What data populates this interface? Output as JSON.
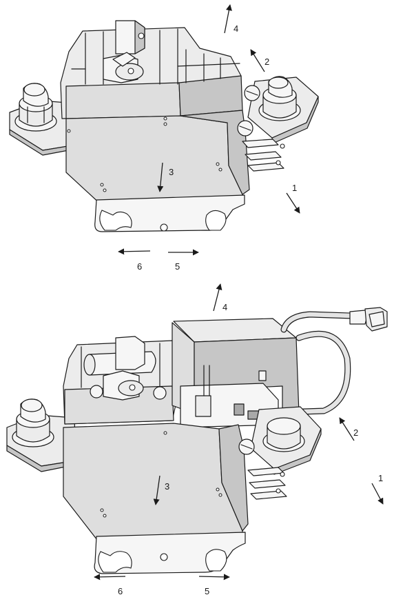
{
  "views": [
    {
      "name": "view-without-cover",
      "callouts": {
        "c1": "1",
        "c2": "2",
        "c3": "3",
        "c4": "4",
        "c5": "5",
        "c6": "6"
      }
    },
    {
      "name": "view-with-auxiliary-module",
      "callouts": {
        "c1": "1",
        "c2": "2",
        "c3": "3",
        "c4": "4",
        "c5": "5",
        "c6": "6"
      }
    }
  ]
}
